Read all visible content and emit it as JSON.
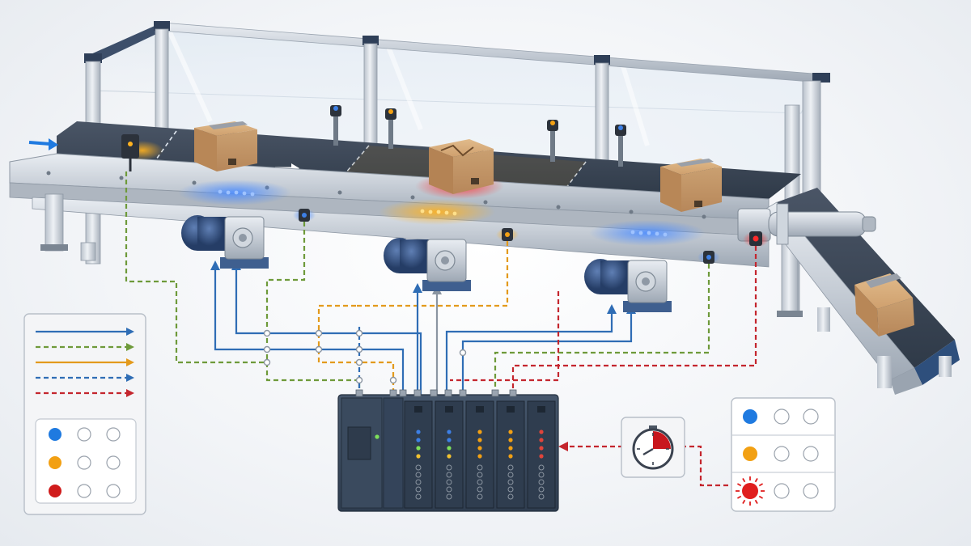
{
  "diagram": {
    "type": "automated-conveyor-control-system",
    "text_labels": [],
    "items": {
      "parcels": [
        {
          "zone": 1,
          "status": "normal"
        },
        {
          "zone": 2,
          "status": "damaged"
        },
        {
          "zone": 3,
          "status": "normal"
        },
        {
          "zone": "reject-chute",
          "status": "diverted"
        }
      ],
      "zone_indicator_status": [
        "blue",
        "amber",
        "blue"
      ],
      "motor_count": 3,
      "plc_io_module_count": 5
    }
  },
  "legend": {
    "line_styles": [
      {
        "style": "solid",
        "color": "#2f6db5"
      },
      {
        "style": "dashed",
        "color": "#6e9a3a"
      },
      {
        "style": "solid",
        "color": "#e39a1c"
      },
      {
        "style": "dashed",
        "color": "#2f6db5"
      },
      {
        "style": "dashed",
        "color": "#c4262e"
      }
    ],
    "status_rows": [
      {
        "color": "#1f7ae0",
        "active_position": 1,
        "total": 3
      },
      {
        "color": "#f2a013",
        "active_position": 1,
        "total": 3
      },
      {
        "color": "#d01c1c",
        "active_position": 1,
        "total": 3
      }
    ]
  },
  "alarm_panel": {
    "timer_icon": "stopwatch-icon",
    "rows": [
      {
        "color": "#1f7ae0",
        "state": "on"
      },
      {
        "color": "#f2a013",
        "state": "on"
      },
      {
        "color": "#e01f1f",
        "state": "flashing"
      }
    ]
  },
  "colors": {
    "blue_line": "#2f6db5",
    "green_line": "#6e9a3a",
    "amber_line": "#e39a1c",
    "red_line": "#c4262e",
    "belt": "#3b4655",
    "frame": "#c7ced7",
    "plc_body": "#3a4a5e",
    "cardboard": "#c99a66"
  }
}
